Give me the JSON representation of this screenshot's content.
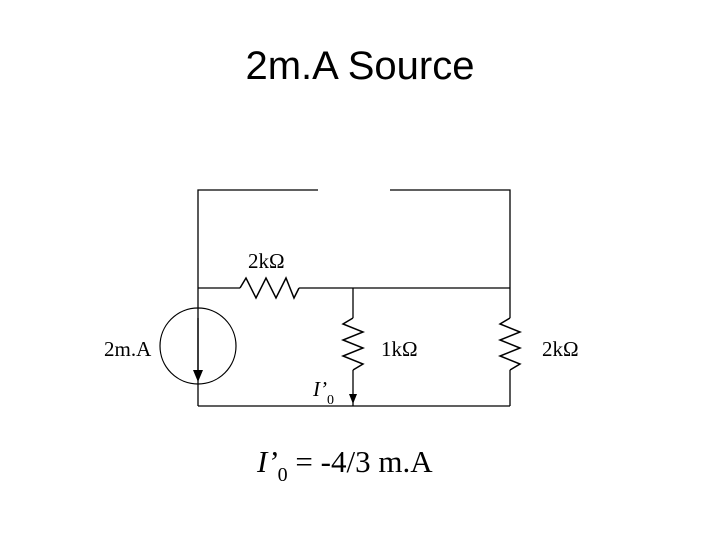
{
  "slide": {
    "title": "2m.A Source"
  },
  "circuit": {
    "resistor_top_label": "2kΩ",
    "resistor_mid_label": "1kΩ",
    "resistor_right_label": "2kΩ",
    "source_label": "2m.A",
    "current_label": {
      "symbol": "I’",
      "subscript": "0"
    }
  },
  "result": {
    "symbol": "I’",
    "subscript": "0",
    "text": " = -4/3 m.A"
  }
}
